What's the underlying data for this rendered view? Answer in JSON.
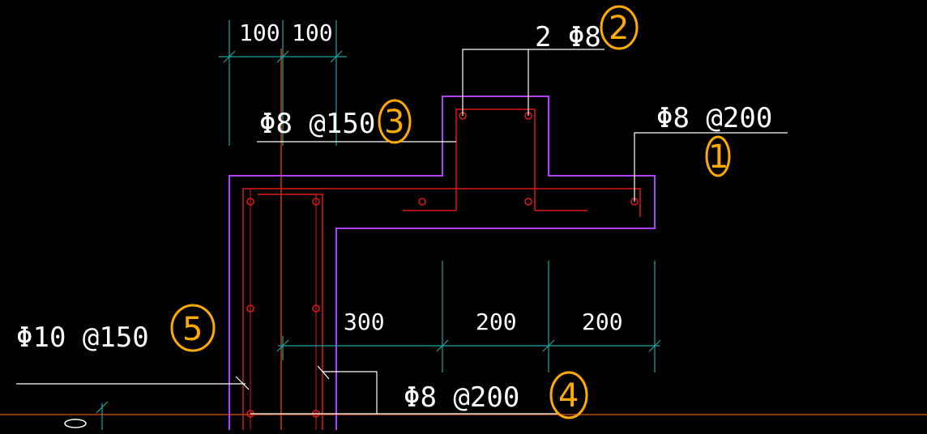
{
  "dimensions": {
    "top": [
      "100",
      "100"
    ],
    "middle": [
      "300",
      "200",
      "200"
    ]
  },
  "rebar_labels": {
    "r1": "Φ8 @200",
    "r2": "2 Φ8",
    "r3": "Φ8 @150",
    "r4": "Φ8 @200",
    "r5": "Φ10 @150"
  },
  "markers": {
    "m1": "1",
    "m2": "2",
    "m3": "3",
    "m4": "4",
    "m5": "5"
  },
  "colors": {
    "background": "#000000",
    "outline": "#b040ff",
    "rebar": "#e01818",
    "dimension": "#1fa3a0",
    "leader": "#ffffff",
    "marker": "#ffaa00",
    "reference_line": "#c04000"
  }
}
